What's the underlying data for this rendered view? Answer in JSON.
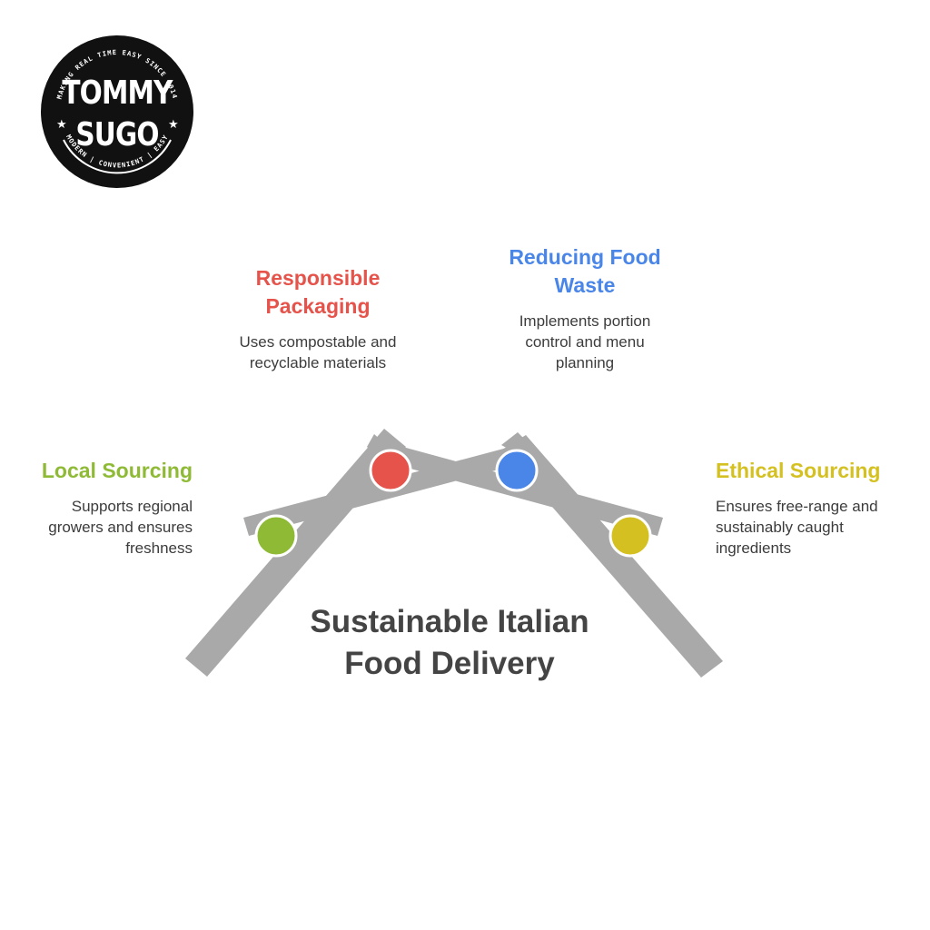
{
  "logo": {
    "line1": "TOMMY",
    "line2": "SUGO",
    "arc_top": "MAKING REAL TIME EASY SINCE 2014",
    "arc_bottom": "MODERN | CONVENIENT | EASY"
  },
  "center": {
    "title": "Sustainable Italian Food Delivery"
  },
  "items": [
    {
      "title": "Local Sourcing",
      "description": "Supports regional growers and ensures freshness",
      "color": "#8fba35"
    },
    {
      "title": "Responsible Packaging",
      "description": "Uses compostable and recyclable materials",
      "color": "#e5534b"
    },
    {
      "title": "Reducing Food Waste",
      "description": "Implements portion control and menu planning",
      "color": "#4a86e8"
    },
    {
      "title": "Ethical Sourcing",
      "description": "Ensures free-range and sustainably caught ingredients",
      "color": "#d4c121"
    }
  ],
  "beam_color": "#a9a9a9"
}
